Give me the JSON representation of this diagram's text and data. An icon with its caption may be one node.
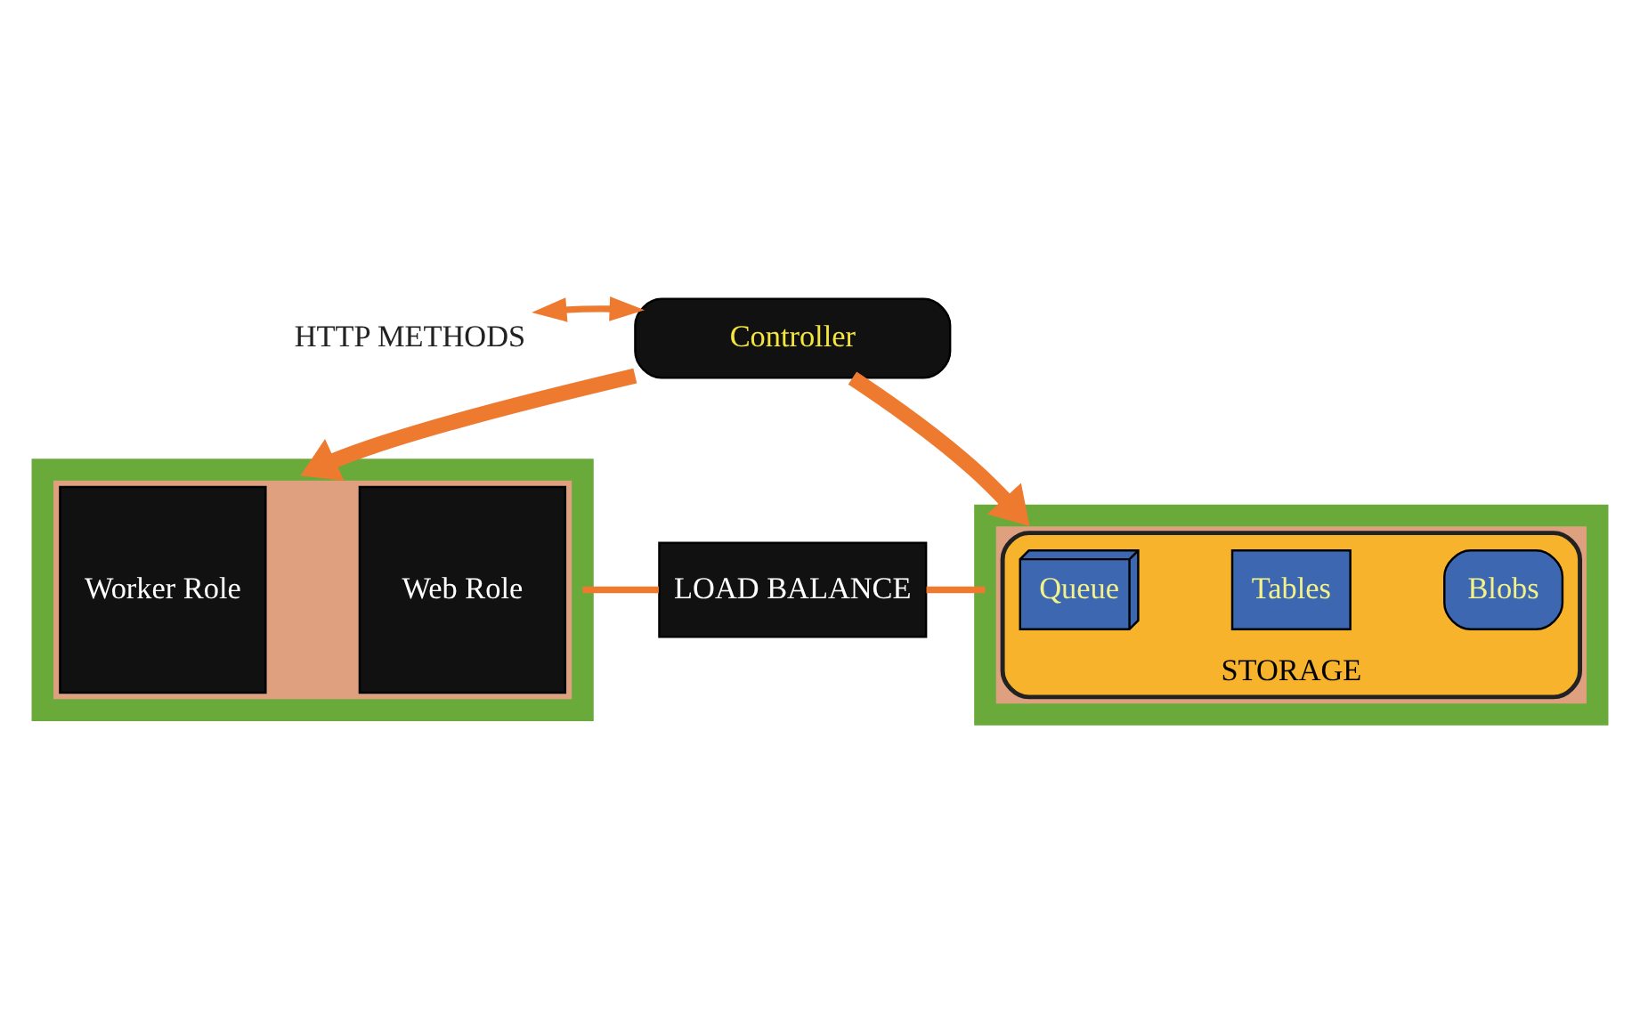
{
  "diagram": {
    "nodes": [
      {
        "text": [
          "HTTP METHODS"
        ]
      },
      {
        "text": [
          "Controller"
        ]
      },
      {
        "text": [],
        "shape": "box"
      },
      {
        "text": [
          "Worker Role"
        ],
        "in": 2
      },
      {
        "text": [
          "Web Role"
        ],
        "in": 2
      },
      {
        "text": [
          "LOAD BALANCE"
        ]
      },
      {
        "text": [],
        "shape": "box"
      },
      {
        "text": [
          "STORAGE"
        ],
        "in": 6
      },
      {
        "text": [
          "Queue"
        ],
        "in": 7
      },
      {
        "text": [
          "Tables"
        ],
        "in": 7
      },
      {
        "text": [
          "Blobs"
        ],
        "in": 7
      }
    ],
    "edges": [
      {
        "from": 1,
        "to": 0,
        "arrow": "both"
      },
      {
        "from": 1,
        "to": 2,
        "arrow": "to",
        "style": "thick"
      },
      {
        "from": 1,
        "to": 6,
        "arrow": "to",
        "style": "thick"
      },
      {
        "from": 5,
        "to": 2,
        "arrow": "none"
      },
      {
        "from": 5,
        "to": 6,
        "arrow": "none"
      }
    ]
  }
}
